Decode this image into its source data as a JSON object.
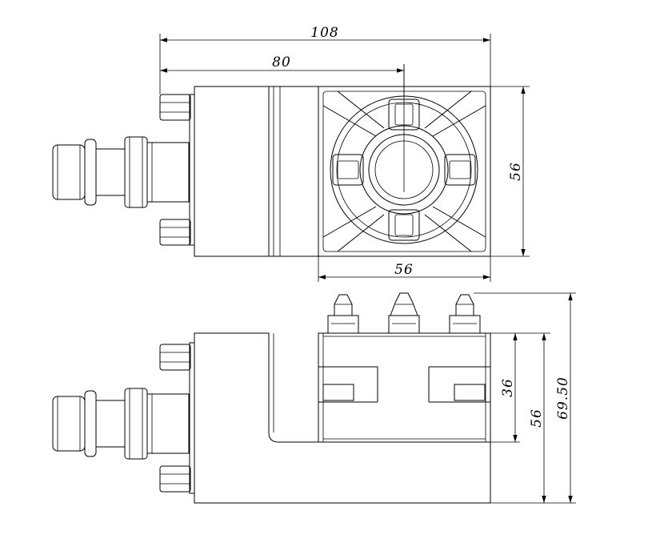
{
  "dimensions": {
    "top_width_overall": "108",
    "top_width_partial": "80",
    "top_height": "56",
    "top_bottom_width": "56",
    "side_inner_height": "36",
    "side_block_height": "56",
    "side_overall_height": "69.50"
  }
}
